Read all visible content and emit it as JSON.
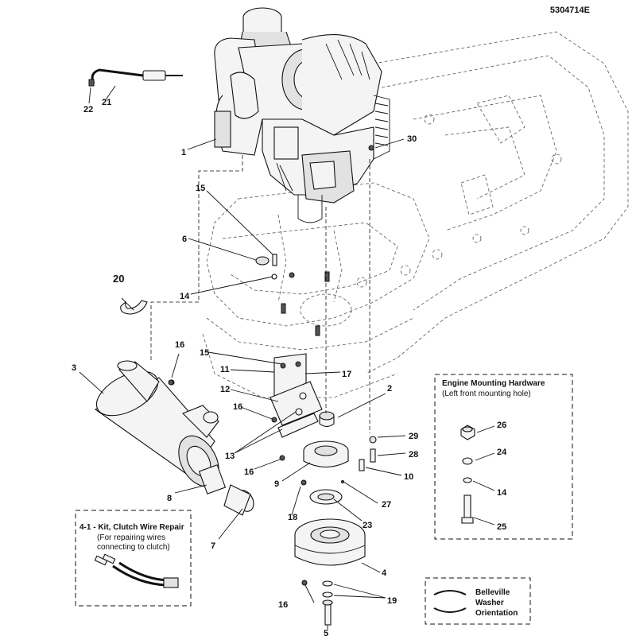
{
  "doc_number": "5304714E",
  "callouts": [
    "1",
    "2",
    "3",
    "4",
    "5",
    "6",
    "7",
    "8",
    "9",
    "10",
    "11",
    "12",
    "13",
    "14",
    "15",
    "16",
    "17",
    "18",
    "19",
    "20",
    "21",
    "22",
    "23",
    "24",
    "25",
    "26",
    "27",
    "28",
    "29",
    "30"
  ],
  "callout_labels": {
    "c1": "1",
    "c2": "2",
    "c3": "3",
    "c4": "4",
    "c5": "5",
    "c6": "6",
    "c7": "7",
    "c8": "8",
    "c9": "9",
    "c10": "10",
    "c11": "11",
    "c12": "12",
    "c13": "13",
    "c14a": "14",
    "c14b": "14",
    "c15a": "15",
    "c15b": "15",
    "c16a": "16",
    "c16b": "16",
    "c16c": "16",
    "c16d": "16",
    "c17": "17",
    "c18": "18",
    "c19": "19",
    "c20": "20",
    "c21": "21",
    "c22": "22",
    "c23": "23",
    "c24": "24",
    "c25": "25",
    "c26": "26",
    "c27": "27",
    "c28": "28",
    "c29": "29",
    "c30": "30"
  },
  "engine_hardware_box": {
    "title": "Engine Mounting Hardware",
    "subtitle": "(Left front mounting hole)",
    "callouts": {
      "a": "26",
      "b": "24",
      "c": "14",
      "d": "25"
    }
  },
  "clutch_kit_box": {
    "title": "4-1 - Kit, Clutch Wire Repair",
    "line1": "(For repairing wires",
    "line2": "connecting to clutch)"
  },
  "belleville_box": {
    "line1": "Belleville",
    "line2": "Washer",
    "line3": "Orientation"
  }
}
